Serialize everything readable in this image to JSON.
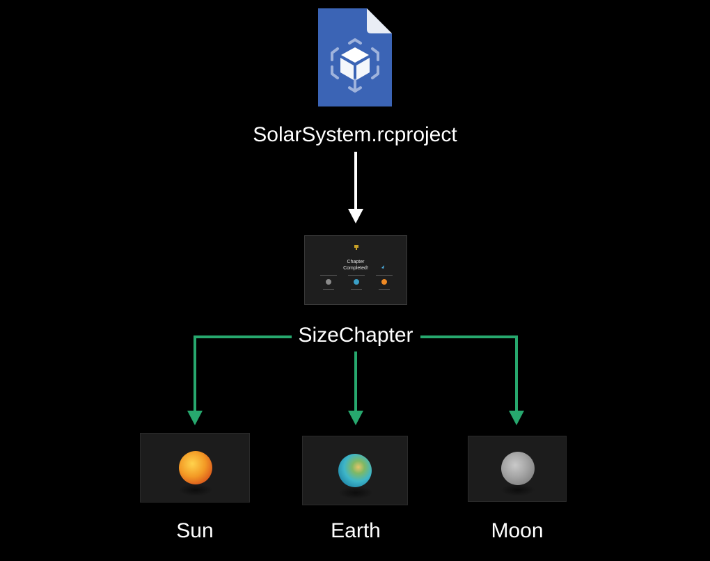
{
  "project": {
    "file_name": "SolarSystem.rcproject",
    "icon": "reality-composer-file-icon"
  },
  "chapter": {
    "name": "SizeChapter",
    "thumbnail_title_line1": "Chapter",
    "thumbnail_title_line2": "Completed!"
  },
  "scenes": [
    {
      "name": "Sun"
    },
    {
      "name": "Earth"
    },
    {
      "name": "Moon"
    }
  ],
  "colors": {
    "background": "#000000",
    "primary_arrow": "#ffffff",
    "branch_arrow": "#27a86e",
    "file_icon": "#3b64b5"
  }
}
